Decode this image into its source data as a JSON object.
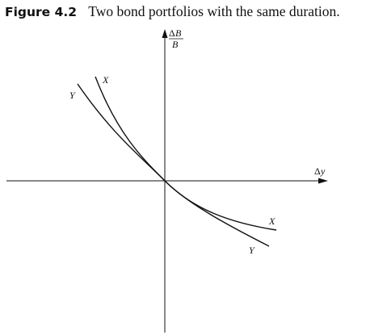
{
  "caption": {
    "label": "Figure 4.2",
    "title": "Two bond portfolios with the same duration."
  },
  "axes": {
    "y_label_numerator_symbol": "Δ",
    "y_label_numerator_var": "B",
    "y_label_denominator": "B",
    "x_label_symbol": "Δ",
    "x_label_var": "y"
  },
  "curves": {
    "x_label_top": "X",
    "y_label_top": "Y",
    "x_label_bottom": "X",
    "y_label_bottom": "Y"
  },
  "colors": {
    "ink": "#111111",
    "background": "#ffffff"
  }
}
